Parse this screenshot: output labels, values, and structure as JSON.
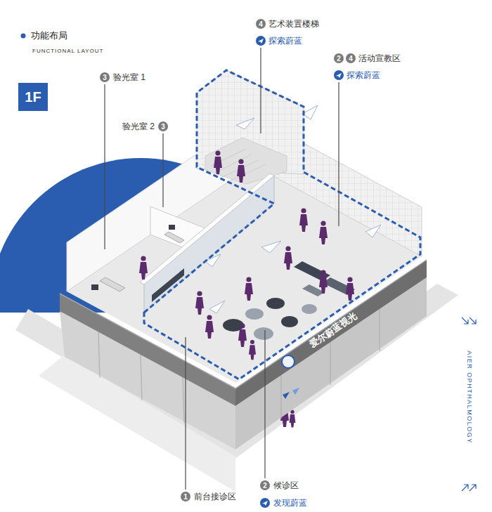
{
  "diagram": {
    "title": "功能布局",
    "nodes": [
      {
        "text": [
          "1F"
        ]
      }
    ],
    "labels": [
      "FUNCTIONAL LAYOUT",
      "4",
      "艺术装置楼梯",
      "探索蔚蓝",
      "2",
      "4",
      "活动宣教区",
      "探索蔚蓝",
      "3",
      "验光室 1",
      "验光室 2",
      "3",
      "爱尔蔚蓝视光",
      "AIER OPHTHALMOLOGY",
      "1",
      "前台接诊区",
      "2",
      "候诊区",
      "发现蔚蓝"
    ]
  }
}
